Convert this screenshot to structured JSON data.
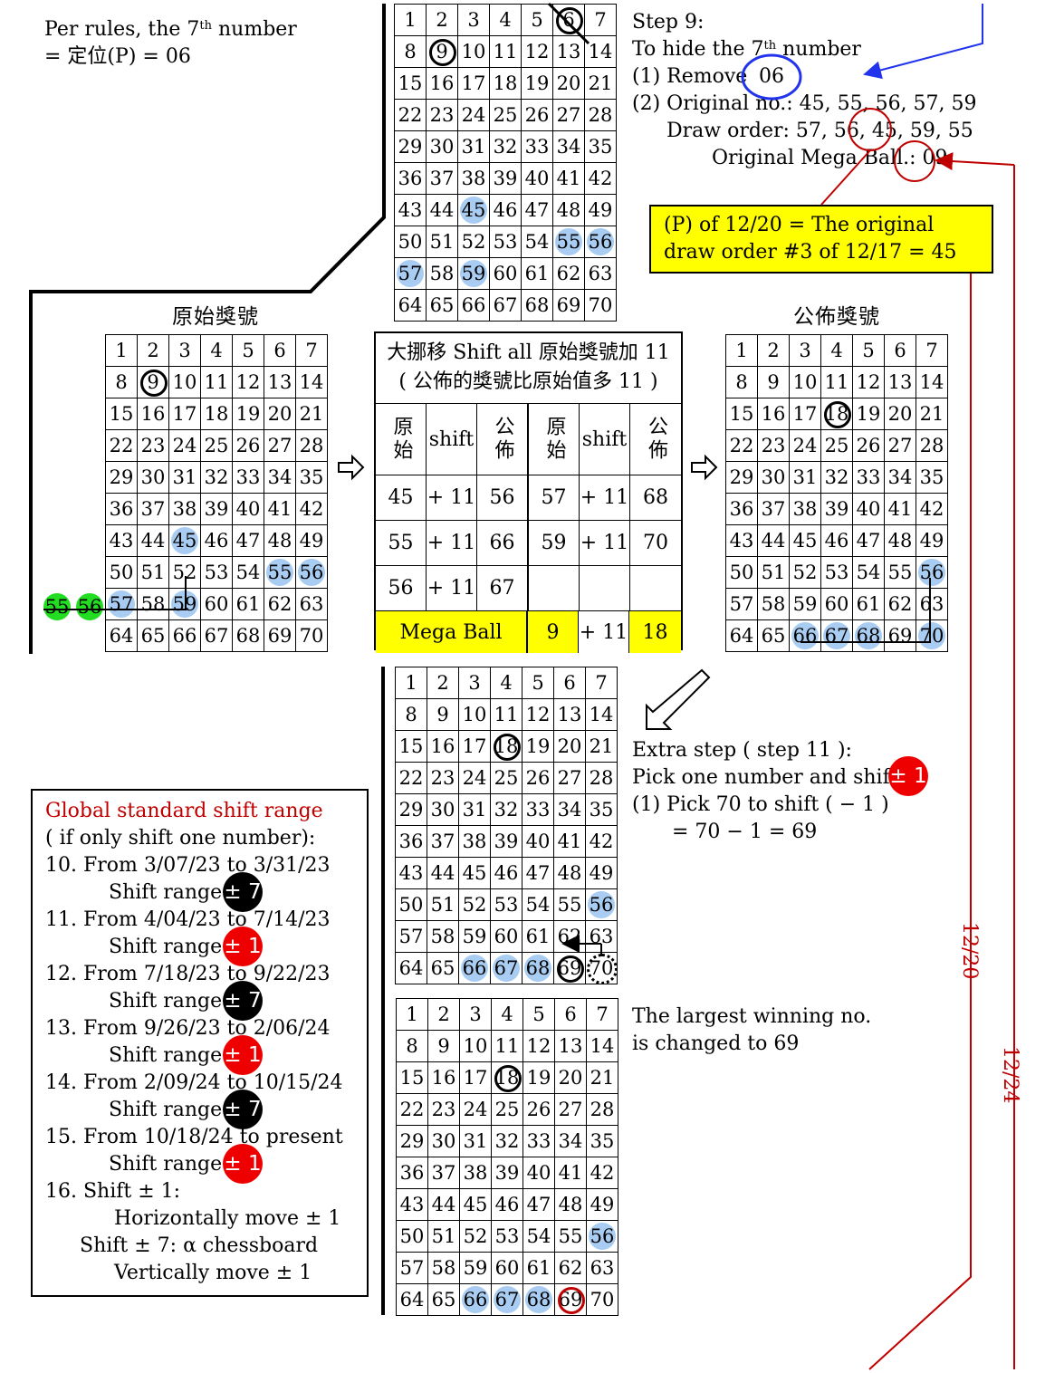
{
  "note_top_left": {
    "line1": "Per rules, the 7",
    "sup": "th",
    "line1_end": " number",
    "line2": "= 定位(P) = 06"
  },
  "step9": {
    "title": "Step 9:",
    "line1": "To hide the 7",
    "line1_sup": "th",
    "line1_end": " number",
    "line2_prefix": "(1)  Remove",
    "removed": "06",
    "line3": "(2) Original no.: 45, 55, 56, 57, 59",
    "line4": "Draw order: 57, 56, 45, 59, 55",
    "line5": "Original Mega Ball.: 09"
  },
  "yellow_note": {
    "line1": "(P) of 12/20 = The original",
    "line2": "draw order #3 of 12/17 = 45"
  },
  "headers": {
    "original": "原始獎號",
    "published": "公佈獎號"
  },
  "center_table": {
    "title1": "大挪移 Shift all 原始獎號加 11",
    "title2": "( 公佈的獎號比原始值多 11 )",
    "col_orig": "原始",
    "col_shift": "shift",
    "col_pub": "公佈",
    "rows": [
      [
        "45",
        "+ 11",
        "56",
        "57",
        "+ 11",
        "68"
      ],
      [
        "55",
        "+ 11",
        "66",
        "59",
        "+ 11",
        "70"
      ],
      [
        "56",
        "+ 11",
        "67",
        "",
        "",
        ""
      ]
    ],
    "mega_label": "Mega Ball",
    "mega_orig": "9",
    "mega_shift": "+ 11",
    "mega_pub": "18"
  },
  "green_dots": [
    "55",
    "56"
  ],
  "extra_step": {
    "line1": "Extra step ( step 11 ):",
    "line2": "Pick one number and shift",
    "badge": "± 1",
    "line3": "(1) Pick 70 to shift ( − 1 )",
    "line4": "= 70 − 1 = 69"
  },
  "largest_note": {
    "line1": "The largest winning no.",
    "line2": "is changed to 69"
  },
  "global_box": {
    "title": "Global standard shift range",
    "subtitle": "( if only shift one number):",
    "items": [
      {
        "range": "10. From 3/07/23 to 3/31/23",
        "label": "Shift range:",
        "badge": "± 7",
        "color": "black"
      },
      {
        "range": "11. From 4/04/23 to 7/14/23",
        "label": "Shift range:",
        "badge": "± 1",
        "color": "red"
      },
      {
        "range": "12. From 7/18/23 to 9/22/23",
        "label": "Shift range:",
        "badge": "± 7",
        "color": "black"
      },
      {
        "range": "13. From 9/26/23 to 2/06/24",
        "label": "Shift range:",
        "badge": "± 1",
        "color": "red"
      },
      {
        "range": "14. From 2/09/24 to 10/15/24",
        "label": "Shift range:",
        "badge": "± 7",
        "color": "black"
      },
      {
        "range": "15. From 10/18/24 to present",
        "label": "Shift range:",
        "badge": "± 1",
        "color": "red"
      }
    ],
    "item16": "16. Shift ± 1:",
    "item16_a": "Horizontally move ± 1",
    "item16_b": "Shift ± 7: α chessboard",
    "item16_c": "Vertically move ± 1"
  },
  "dates": {
    "d1": "12/20",
    "d2": "12/24"
  },
  "colors": {
    "highlight": "#a9cdf2",
    "red": "#c00000",
    "yellow": "#ffff00",
    "green": "#22dd22",
    "blue": "#2233ee"
  },
  "grids": {
    "top": {
      "highlight": [
        45,
        55,
        56,
        57,
        59
      ],
      "black_circle": [
        6,
        9
      ],
      "red_circle": [],
      "dotted": []
    },
    "left": {
      "highlight": [
        45,
        55,
        56,
        57,
        59
      ],
      "black_circle": [
        9
      ],
      "red_circle": [],
      "dotted": []
    },
    "right": {
      "highlight": [
        56,
        66,
        67,
        68,
        70
      ],
      "black_circle": [
        18
      ],
      "red_circle": [],
      "dotted": []
    },
    "mid": {
      "highlight": [
        56,
        66,
        67,
        68
      ],
      "black_circle": [
        18,
        69
      ],
      "red_circle": [],
      "dotted": [
        70
      ]
    },
    "bottom": {
      "highlight": [
        56,
        66,
        67,
        68
      ],
      "black_circle": [
        18
      ],
      "red_circle": [
        69
      ],
      "dotted": []
    }
  }
}
